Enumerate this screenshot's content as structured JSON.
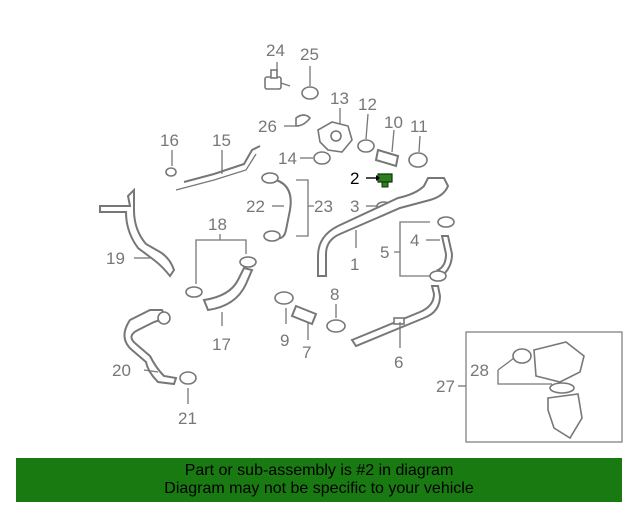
{
  "callouts": {
    "c1": "1",
    "c2": "2",
    "c3": "3",
    "c4": "4",
    "c5": "5",
    "c6": "6",
    "c7": "7",
    "c8": "8",
    "c9": "9",
    "c10": "10",
    "c11": "11",
    "c12": "12",
    "c13": "13",
    "c14": "14",
    "c15": "15",
    "c16": "16",
    "c17": "17",
    "c18": "18",
    "c19": "19",
    "c20": "20",
    "c21": "21",
    "c22": "22",
    "c23": "23",
    "c24": "24",
    "c25": "25",
    "c26": "26",
    "c27": "27",
    "c28": "28"
  },
  "highlighted_part": "2",
  "colors": {
    "banner": "#1a7a12",
    "highlight": "#2e7d1e",
    "lines": "#777777"
  },
  "banner": {
    "line1": "Part or sub-assembly is #2 in diagram",
    "line2": "Diagram may not be specific to your vehicle"
  }
}
